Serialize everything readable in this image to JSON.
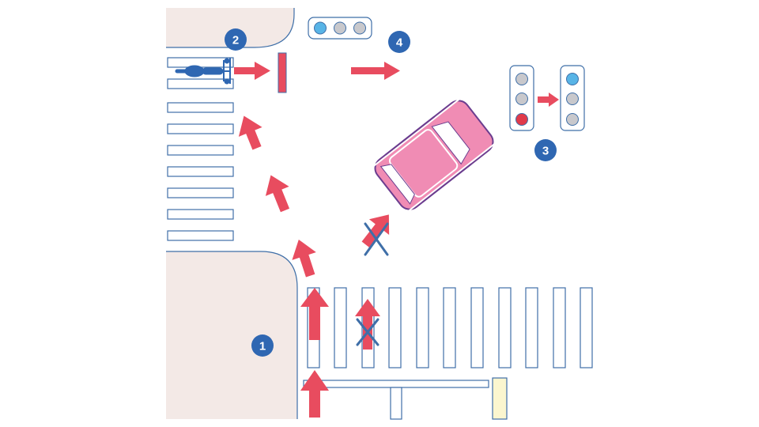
{
  "markers": [
    {
      "id": "step-1",
      "label": "1"
    },
    {
      "id": "step-2",
      "label": "2"
    },
    {
      "id": "step-3",
      "label": "3"
    },
    {
      "id": "step-4",
      "label": "4"
    }
  ],
  "colors": {
    "background": "#ffffff",
    "sidewalk": "#f3e9e6",
    "road_line": "#3f6fa8",
    "arrow": "#e84c5f",
    "marker_fill": "#2f67b2",
    "marker_text": "#ffffff",
    "car_body": "#f08cb4",
    "car_outline": "#6b3d8f",
    "signal_green": "#58b4e6",
    "signal_red": "#e03a4a",
    "signal_off": "#c8c8cc",
    "cross_mark": "#3f6fa8",
    "cyclist": "#2f67b2",
    "yellow_line": "#fbf6cf"
  },
  "signals": {
    "top_signal": {
      "lit": "green",
      "orientation": "horizontal"
    },
    "left_signal": {
      "lit": "red",
      "orientation": "vertical"
    },
    "right_signal": {
      "lit": "green",
      "orientation": "vertical"
    }
  },
  "icons": [
    "bicycle-icon",
    "car-icon",
    "traffic-light-icon",
    "cross-mark-icon",
    "arrow-icon"
  ]
}
